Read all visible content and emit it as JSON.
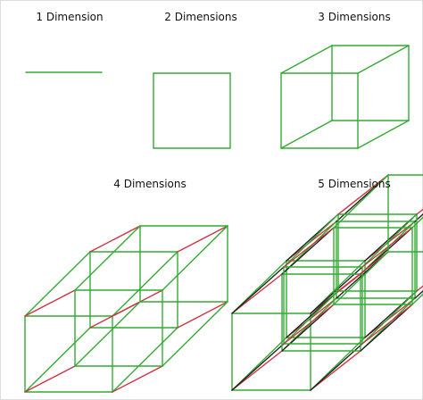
{
  "panels": [
    {
      "id": "d1",
      "label": "1 Dimension"
    },
    {
      "id": "d2",
      "label": "2 Dimensions"
    },
    {
      "id": "d3",
      "label": "3 Dimensions"
    },
    {
      "id": "d4",
      "label": "4 Dimensions"
    },
    {
      "id": "d5",
      "label": "5 Dimensions"
    }
  ],
  "colors": {
    "edge_primary": "#33aa33",
    "edge_secondary": "#cc3344",
    "edge_tertiary": "#222222",
    "frame": "#dddddd"
  }
}
